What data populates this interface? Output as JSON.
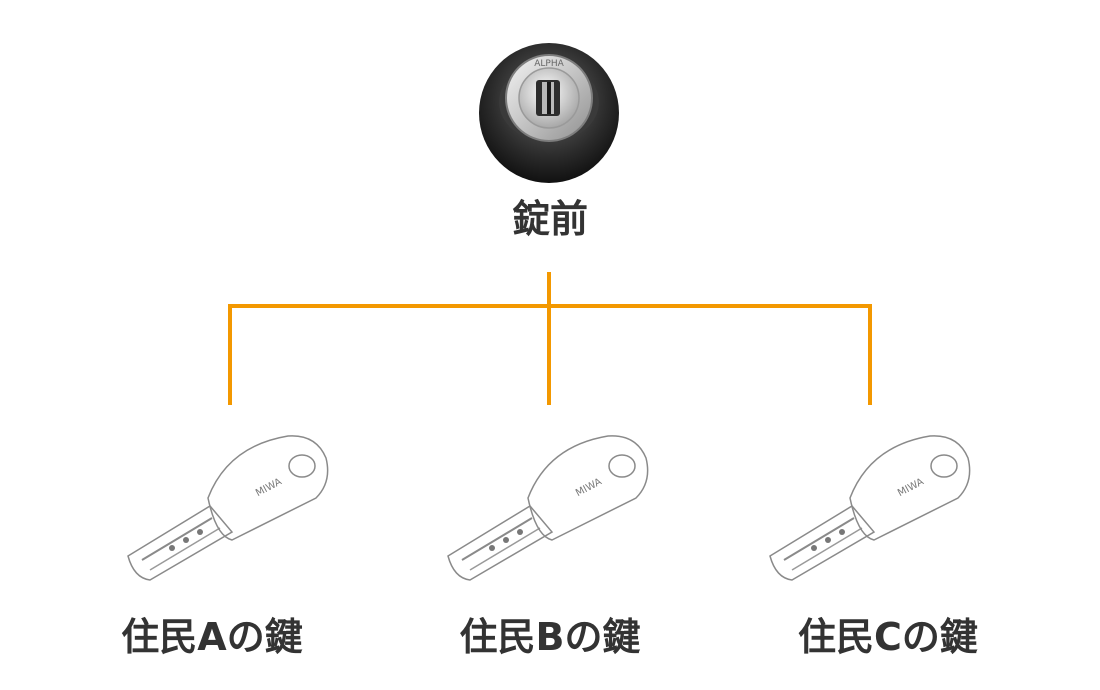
{
  "lock": {
    "label": "錠前",
    "brand": "ALPHA"
  },
  "keys": [
    {
      "label": "住民Aの鍵",
      "brand": "MIWA"
    },
    {
      "label": "住民Bの鍵",
      "brand": "MIWA"
    },
    {
      "label": "住民Cの鍵",
      "brand": "MIWA"
    }
  ],
  "colors": {
    "connector": "#F39800",
    "text": "#333333"
  }
}
